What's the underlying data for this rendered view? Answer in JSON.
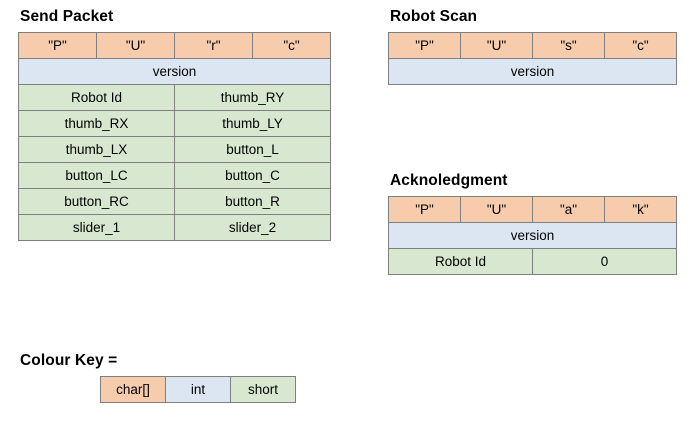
{
  "colors": {
    "char_array": "#f6ccac",
    "int": "#dce6f2",
    "short": "#d8e8d0",
    "border": "#7f7f7f",
    "background": "#ffffff",
    "text": "#000000"
  },
  "panels": {
    "send_packet": {
      "title": "Send Packet",
      "rows": [
        {
          "type": "char[]",
          "cells": [
            "\"P\"",
            "\"U\"",
            "\"r\"",
            "\"c\""
          ]
        },
        {
          "type": "int",
          "cells": [
            "version"
          ]
        },
        {
          "type": "short",
          "cells": [
            "Robot Id",
            "thumb_RY"
          ]
        },
        {
          "type": "short",
          "cells": [
            "thumb_RX",
            "thumb_LY"
          ]
        },
        {
          "type": "short",
          "cells": [
            "thumb_LX",
            "button_L"
          ]
        },
        {
          "type": "short",
          "cells": [
            "button_LC",
            "button_C"
          ]
        },
        {
          "type": "short",
          "cells": [
            "button_RC",
            "button_R"
          ]
        },
        {
          "type": "short",
          "cells": [
            "slider_1",
            "slider_2"
          ]
        }
      ]
    },
    "robot_scan": {
      "title": "Robot Scan",
      "rows": [
        {
          "type": "char[]",
          "cells": [
            "\"P\"",
            "\"U\"",
            "\"s\"",
            "\"c\""
          ]
        },
        {
          "type": "int",
          "cells": [
            "version"
          ]
        }
      ]
    },
    "acknoledgment": {
      "title": "Acknoledgment",
      "rows": [
        {
          "type": "char[]",
          "cells": [
            "\"P\"",
            "\"U\"",
            "\"a\"",
            "\"k\""
          ]
        },
        {
          "type": "int",
          "cells": [
            "version"
          ]
        },
        {
          "type": "short",
          "cells": [
            "Robot Id",
            "0"
          ]
        }
      ]
    },
    "colour_key": {
      "title": "Colour Key =",
      "cells": [
        {
          "type": "char[]",
          "label": "char[]"
        },
        {
          "type": "int",
          "label": "int"
        },
        {
          "type": "short",
          "label": "short"
        }
      ]
    }
  }
}
